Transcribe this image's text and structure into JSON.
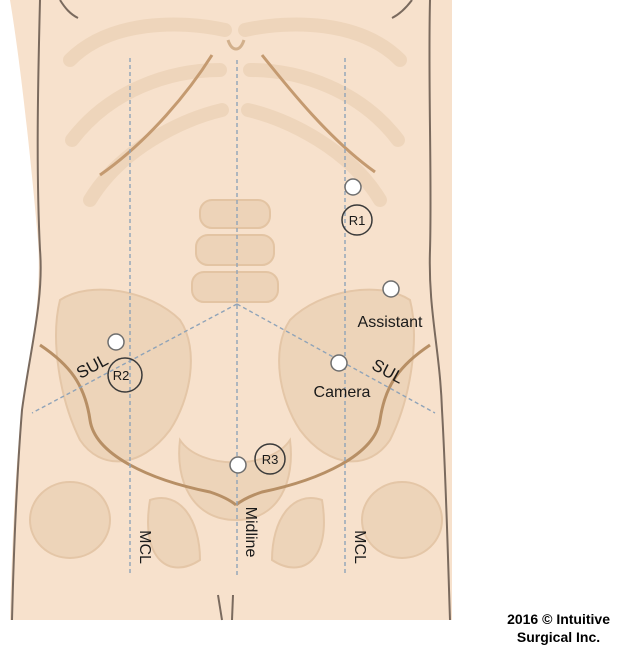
{
  "colors": {
    "skin": "#f7e1cc",
    "skin_outline": "#7a6a5e",
    "bone": "#edd3b8",
    "bone_edge": "#e3c4a3",
    "groin_line": "#b78f65",
    "guide_line": "#8fa3b8",
    "port_fill": "#ffffff",
    "port_stroke": "#6e6e6e",
    "text": "#1a1a1a"
  },
  "ports": {
    "r1": {
      "label": "R1"
    },
    "r2": {
      "label": "R2"
    },
    "r3": {
      "label": "R3"
    },
    "camera": {
      "label": "Camera"
    },
    "assistant": {
      "label": "Assistant"
    }
  },
  "lines": {
    "midline": "Midline",
    "mcl_left": "MCL",
    "mcl_right": "MCL",
    "sul_left": "SUL",
    "sul_right": "SUL"
  },
  "copyright": {
    "line1": "2016 © Intuitive",
    "line2": "Surgical Inc."
  }
}
